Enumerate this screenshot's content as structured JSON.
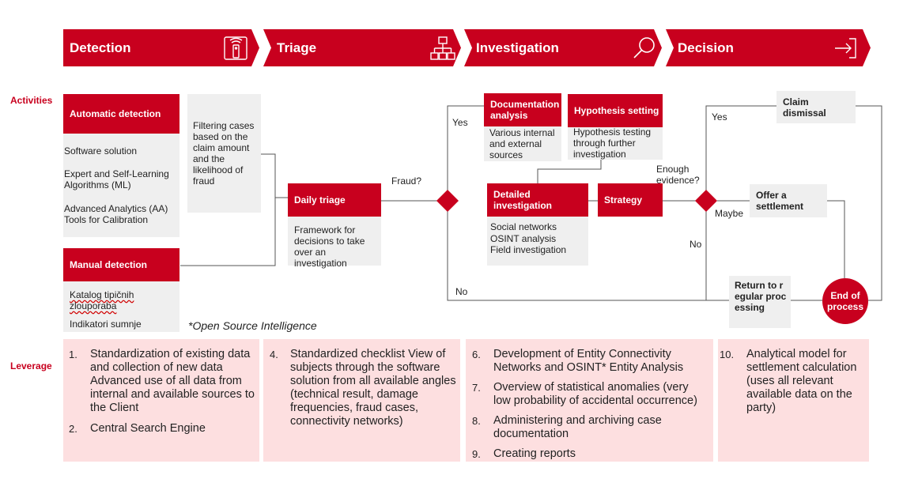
{
  "phases": [
    {
      "label": "Detection",
      "icon": "remote-control-icon"
    },
    {
      "label": "Triage",
      "icon": "hierarchy-icon"
    },
    {
      "label": "Investigation",
      "icon": "magnifier-icon"
    },
    {
      "label": "Decision",
      "icon": "exit-arrow-icon"
    }
  ],
  "row_labels": {
    "activities": "Activities",
    "leverage": "Leverage"
  },
  "detection": {
    "automatic_title": "Automatic detection",
    "automatic_items": [
      "Software solution",
      "Expert and Self-Learning Algorithms (ML)",
      "Advanced Analytics (AA) Tools for Calibration"
    ],
    "filtering_text": "Filtering cases based on the claim amount and the likelihood of fraud",
    "manual_title": "Manual detection",
    "manual_items": [
      "Katalog tipičnih zlouporaba",
      "Indikatori sumnje"
    ]
  },
  "triage": {
    "title": "Daily triage",
    "text": "Framework for decisions to take over an investigation",
    "fraud_question": "Fraud?",
    "yes": "Yes",
    "no": "No"
  },
  "investigation": {
    "doc_title": "Documentation analysis",
    "doc_text": "Various internal and external sources",
    "hyp_title": "Hypothesis setting",
    "hyp_text": "Hypothesis testing through further investigation",
    "detailed_title": "Detailed investigation",
    "detailed_items": [
      "Social networks",
      "OSINT analysis",
      "Field investigation"
    ],
    "strategy_title": "Strategy",
    "evidence_question": "Enough evidence?"
  },
  "decision": {
    "yes": "Yes",
    "maybe": "Maybe",
    "no": "No",
    "claim_dismissal": "Claim dismissal",
    "offer_settlement": "Offer a settlement",
    "return_regular": "Return to regular processing",
    "end_process": "End of process"
  },
  "footnote": "*Open Source Intelligence",
  "leverage": {
    "col1": [
      {
        "num": "1.",
        "text": "Standardization of existing data and collection of new data Advanced use of all data from internal and available sources to the Client"
      },
      {
        "num": "2.",
        "text": "Central Search Engine"
      }
    ],
    "col2": [
      {
        "num": "4.",
        "text": "Standardized checklist View of subjects through the software solution from all available angles (technical result, damage frequencies, fraud cases, connectivity networks)"
      }
    ],
    "col3": [
      {
        "num": "6.",
        "text": "Development of Entity Connectivity Networks and OSINT* Entity Analysis"
      },
      {
        "num": "7.",
        "text": "Overview of statistical anomalies (very low probability of accidental occurrence)"
      },
      {
        "num": "8.",
        "text": "Administering and archiving case documentation"
      },
      {
        "num": "9.",
        "text": "Creating reports"
      }
    ],
    "col4": [
      {
        "num": "10.",
        "text": "Analytical model for settlement calculation (uses all relevant available data on the party)"
      }
    ]
  },
  "colors": {
    "accent": "#c8001e",
    "grey_box": "#efefef",
    "pink_box": "#fddfe0",
    "line": "#555555"
  }
}
